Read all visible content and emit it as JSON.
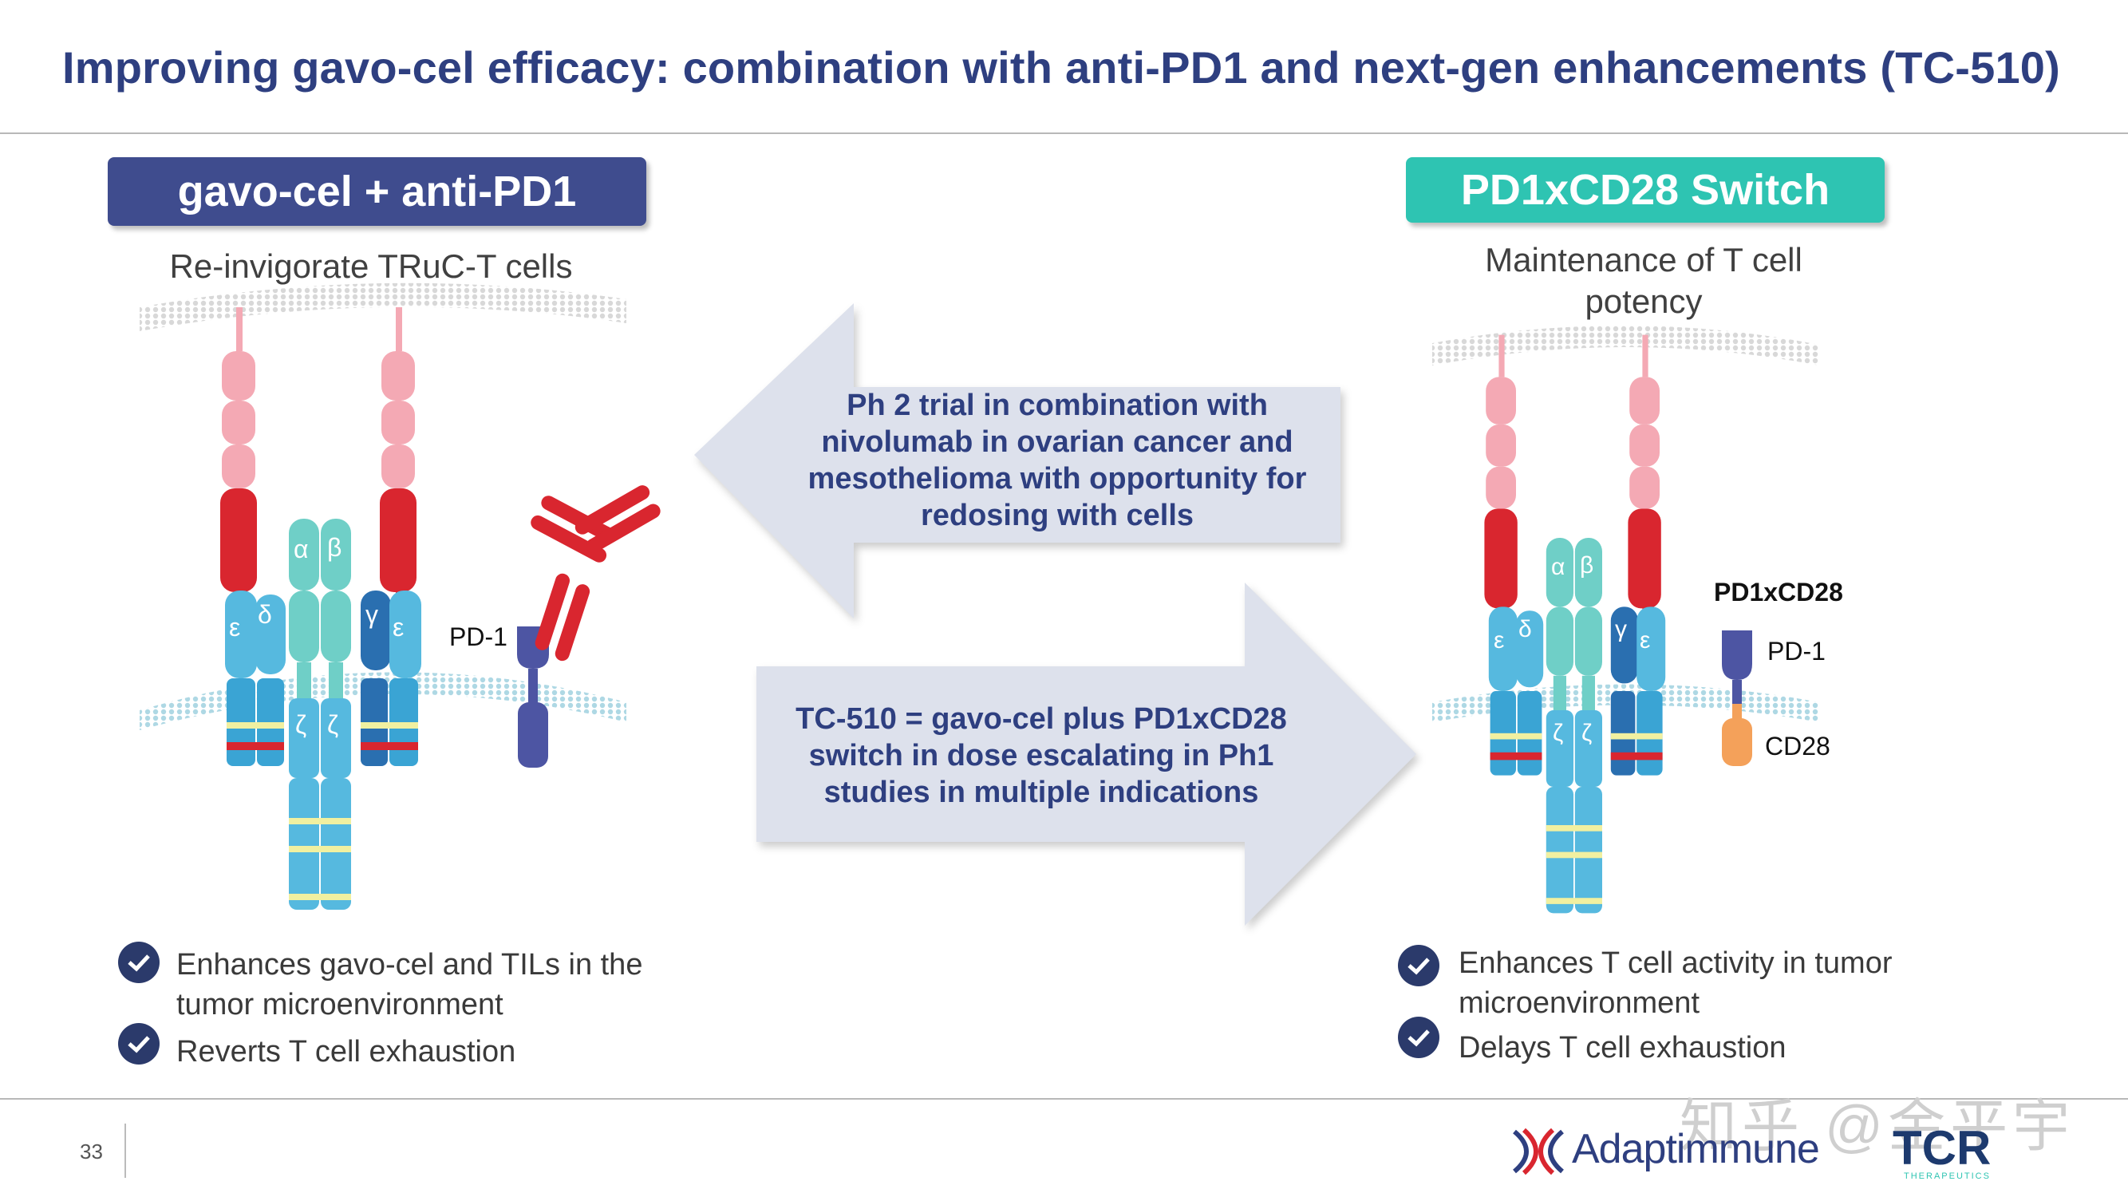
{
  "slide": {
    "title": "Improving gavo-cel efficacy: combination with anti-PD1 and next-gen enhancements (TC-510)",
    "page_number": "33"
  },
  "left_panel": {
    "header": "gavo-cel + anti-PD1",
    "subtitle": "Re-invigorate TRuC-T  cells",
    "pd1_label": "PD-1",
    "bullets": [
      {
        "line1": "Enhances gavo-cel and TILs in the",
        "line2": "tumor microenvironment"
      },
      {
        "line1": "Reverts T cell exhaustion",
        "line2": ""
      }
    ]
  },
  "right_panel": {
    "header": "PD1xCD28 Switch",
    "subtitle_line1": "Maintenance  of T cell",
    "subtitle_line2": "potency",
    "switch_label": "PD1xCD28",
    "pd1_label": "PD-1",
    "cd28_label": "CD28",
    "bullets": [
      {
        "line1": "Enhances T cell activity in tumor",
        "line2": "microenvironment"
      },
      {
        "line1": "Delays T cell exhaustion",
        "line2": ""
      }
    ]
  },
  "arrows": {
    "left": {
      "lines": [
        "Ph 2 trial in combination with",
        "nivolumab in ovarian cancer and",
        "mesothelioma with opportunity for",
        "redosing with cells"
      ]
    },
    "right": {
      "lines": [
        "TC-510 = gavo-cel plus PD1xCD28",
        "switch in dose escalating in Ph1",
        "studies in multiple indications"
      ]
    }
  },
  "tcr_labels": {
    "epsilon": "ε",
    "delta": "δ",
    "alpha": "α",
    "beta": "β",
    "gamma": "γ",
    "zeta": "ζ"
  },
  "footer": {
    "logo_adaptimmune": "Adaptimmune",
    "logo_tcr": "TCR",
    "logo_tcr_sub": "THERAPEUTICS",
    "watermark": "知乎 @金平宇"
  },
  "colors": {
    "title": "#2e3f80",
    "left_header": "#3f4c8e",
    "right_header": "#2ec4b2",
    "arrow_fill": "#dde1ec",
    "membrane": "#9fd6e4",
    "pink": "#f4a9b4",
    "red": "#d9262f",
    "cyan": "#56b9df",
    "teal": "#6fcfc7",
    "navy": "#2a6fb0",
    "pd1": "#4d55a3",
    "cd28": "#f4a15a"
  }
}
